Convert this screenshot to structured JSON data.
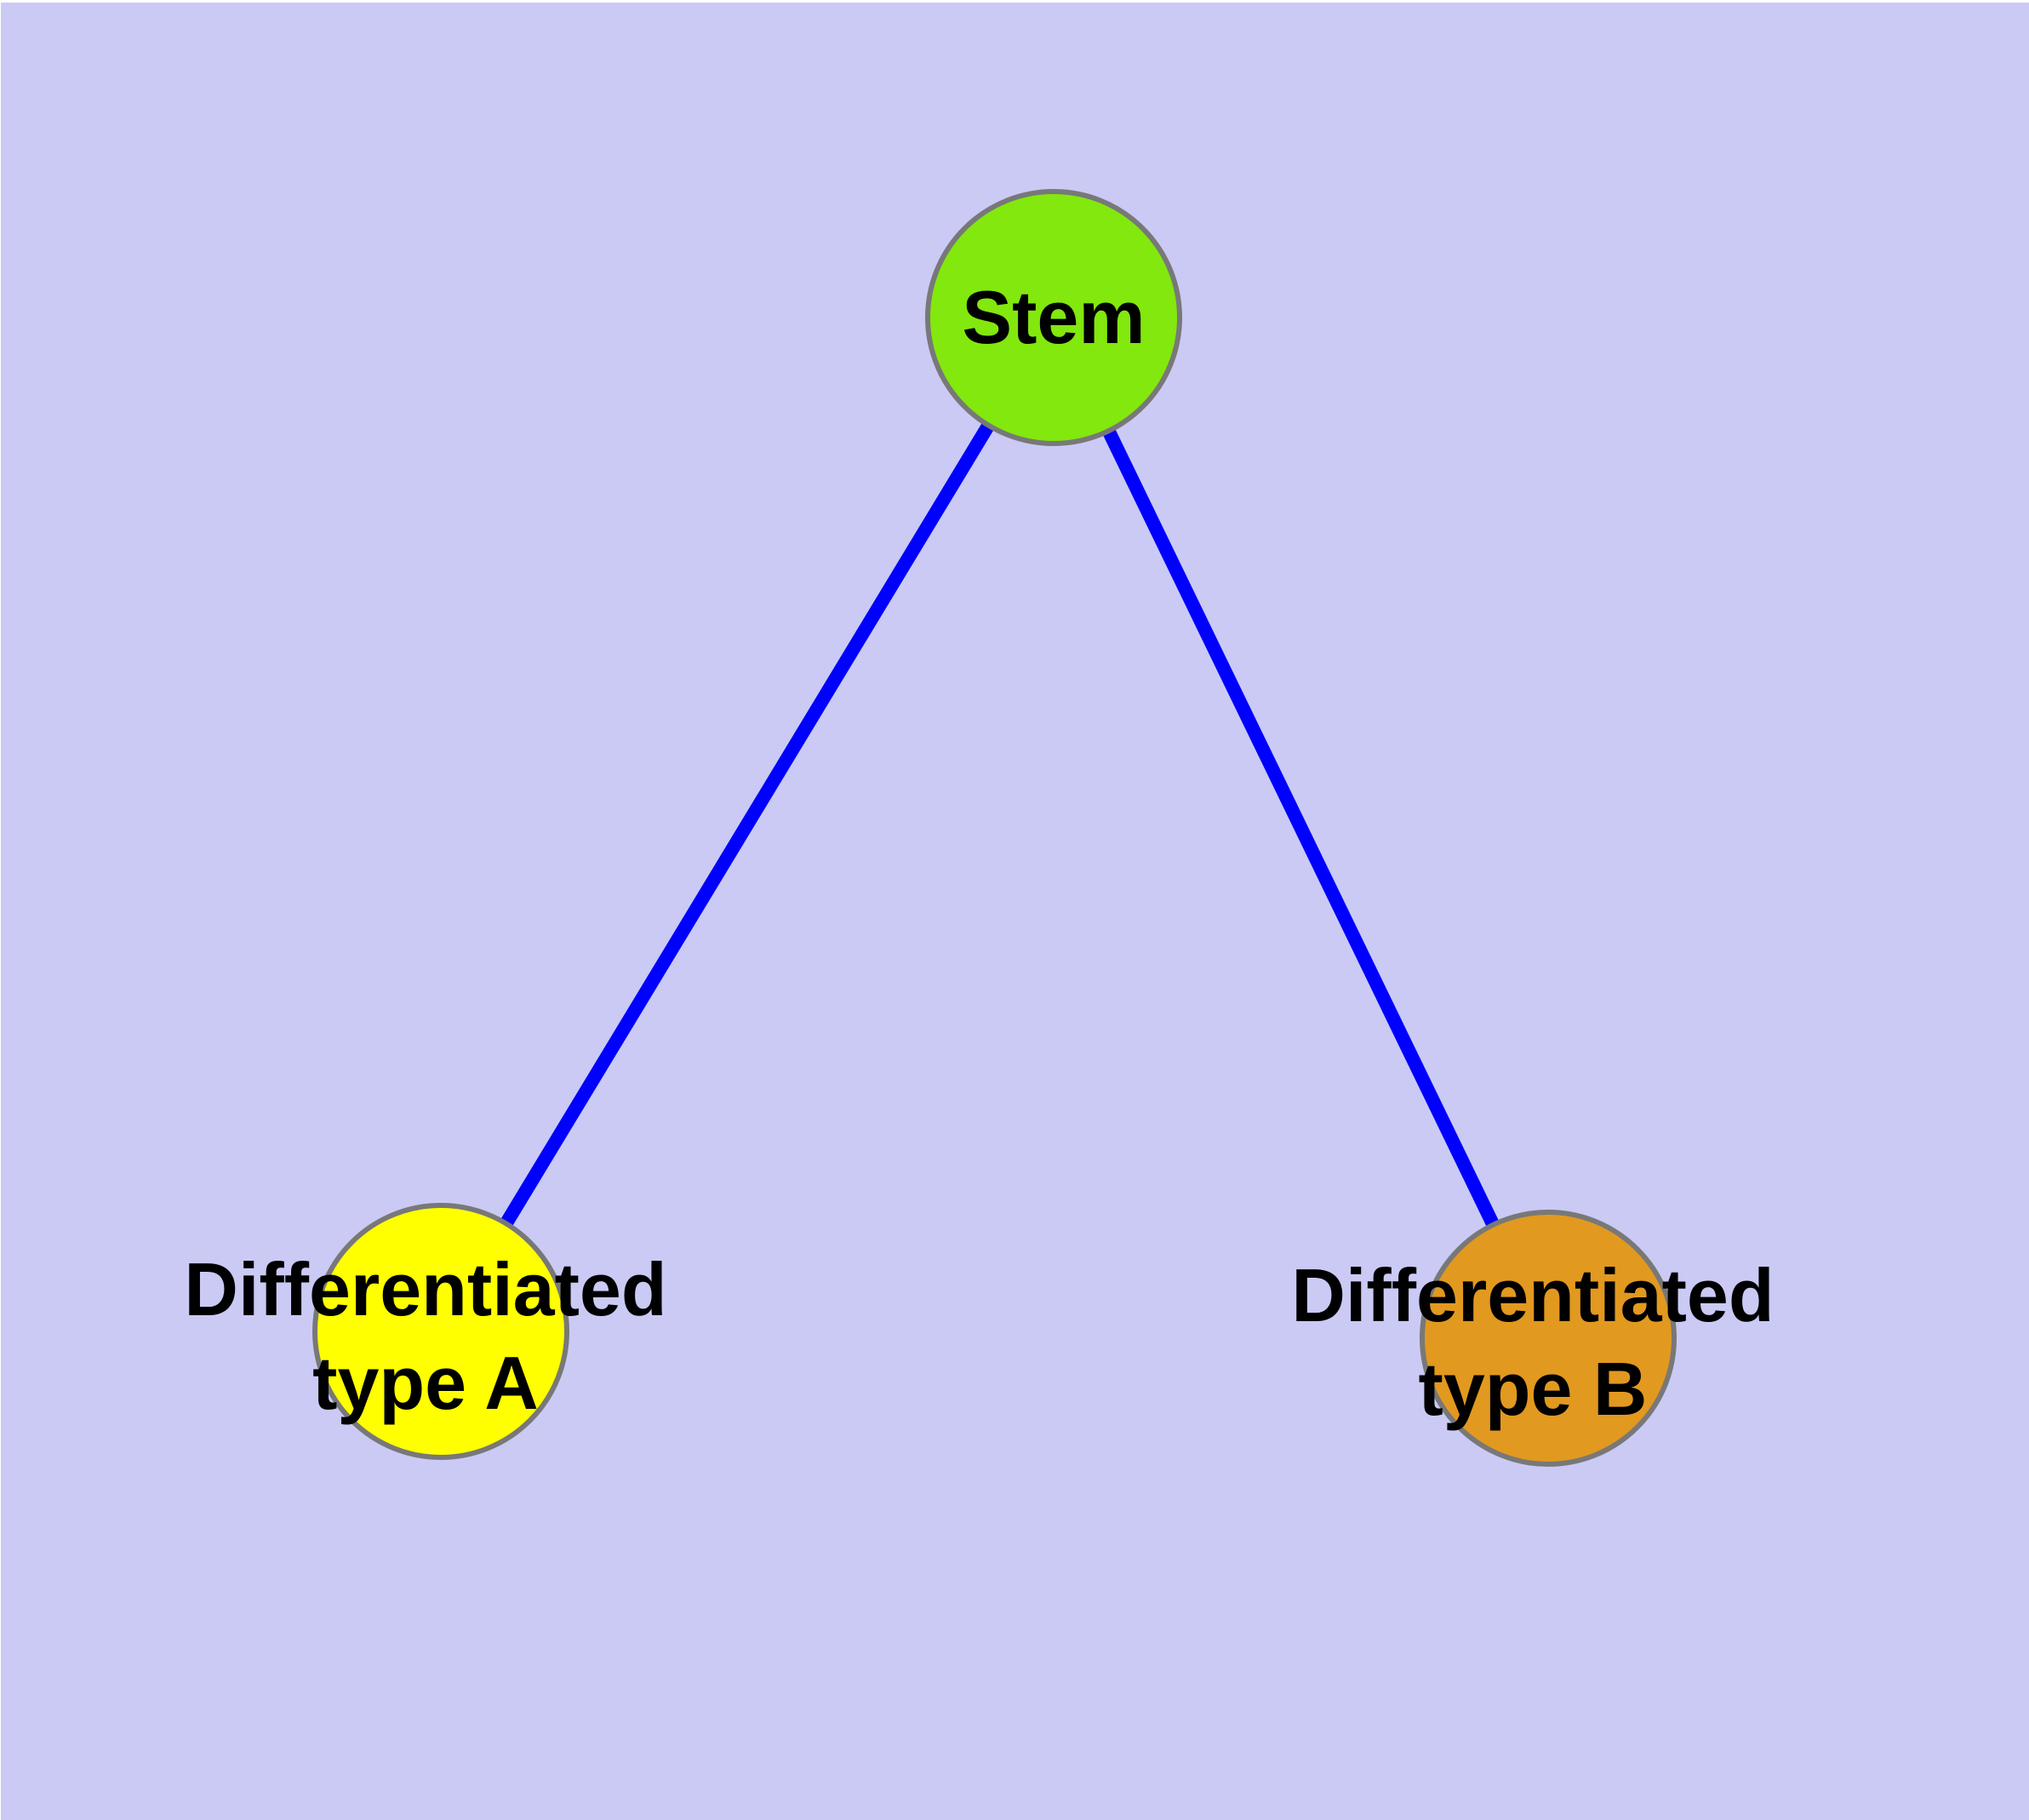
{
  "diagram": {
    "type": "graph",
    "background_color": "#CACAF5",
    "page_margin_color": "#FFFFFF",
    "text_color": "#000000",
    "edge_color": "#0000FF",
    "node_border_color": "#787878",
    "nodes": [
      {
        "id": "stem",
        "label": "Stem",
        "fill_color": "#82E80D"
      },
      {
        "id": "differentiated-type-a",
        "label_line1": "Differentiated",
        "label_line2": "type A",
        "fill_color": "#FFFF00"
      },
      {
        "id": "differentiated-type-b",
        "label_line1": "Differentiated",
        "label_line2": "type B",
        "fill_color": "#E2991F"
      }
    ],
    "edges": [
      {
        "from": "stem",
        "to": "differentiated-type-a"
      },
      {
        "from": "stem",
        "to": "differentiated-type-b"
      }
    ]
  }
}
